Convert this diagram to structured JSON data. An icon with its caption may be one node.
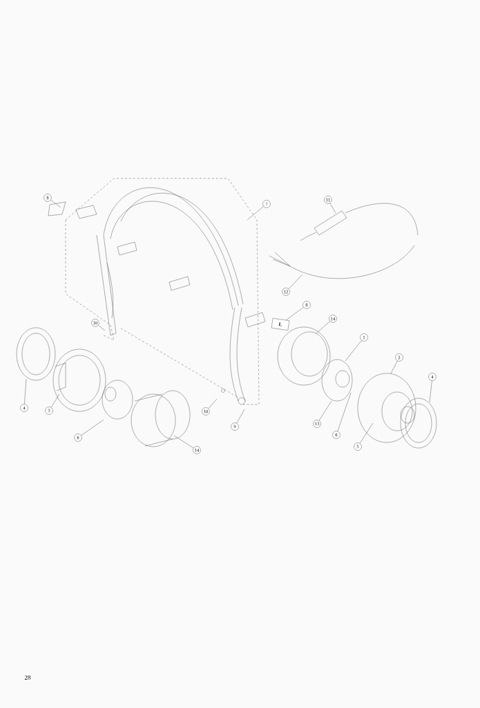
{
  "diagram": {
    "nodes": [
      {
        "text": [
          "8"
        ]
      },
      {
        "text": [
          "7"
        ]
      },
      {
        "text": [
          "11"
        ]
      },
      {
        "text": [
          "10"
        ]
      },
      {
        "text": [
          "12"
        ]
      },
      {
        "text": [
          "8"
        ]
      },
      {
        "text": [
          "14"
        ]
      },
      {
        "text": [
          "1"
        ]
      },
      {
        "text": [
          "2"
        ]
      },
      {
        "text": [
          "4"
        ]
      },
      {
        "text": [
          "4"
        ]
      },
      {
        "text": [
          "3"
        ]
      },
      {
        "text": [
          "10"
        ]
      },
      {
        "text": [
          "9"
        ]
      },
      {
        "text": [
          "6"
        ]
      },
      {
        "text": [
          "13"
        ]
      },
      {
        "text": [
          "6"
        ]
      },
      {
        "text": [
          "5"
        ]
      },
      {
        "text": [
          "14"
        ]
      },
      {
        "text": [
          "L"
        ]
      }
    ],
    "edges": [
      {
        "from": 0,
        "to": null,
        "arrow": "none"
      },
      {
        "from": 1,
        "to": null,
        "arrow": "none"
      },
      {
        "from": 2,
        "to": null,
        "arrow": "none"
      },
      {
        "from": 3,
        "to": null,
        "arrow": "none"
      },
      {
        "from": 4,
        "to": null,
        "arrow": "none"
      },
      {
        "from": 5,
        "to": 19,
        "arrow": "none"
      },
      {
        "from": 6,
        "to": null,
        "arrow": "none"
      },
      {
        "from": 7,
        "to": null,
        "arrow": "none"
      },
      {
        "from": 8,
        "to": null,
        "arrow": "none"
      },
      {
        "from": 9,
        "to": null,
        "arrow": "none"
      },
      {
        "from": 10,
        "to": null,
        "arrow": "none"
      },
      {
        "from": 11,
        "to": null,
        "arrow": "none"
      },
      {
        "from": 12,
        "to": null,
        "arrow": "none"
      },
      {
        "from": 13,
        "to": null,
        "arrow": "none"
      },
      {
        "from": 14,
        "to": null,
        "arrow": "none"
      },
      {
        "from": 15,
        "to": null,
        "arrow": "none"
      },
      {
        "from": 16,
        "to": null,
        "arrow": "none"
      },
      {
        "from": 17,
        "to": null,
        "arrow": "none"
      },
      {
        "from": 18,
        "to": null,
        "arrow": "none"
      }
    ],
    "labels": [
      "28"
    ]
  }
}
